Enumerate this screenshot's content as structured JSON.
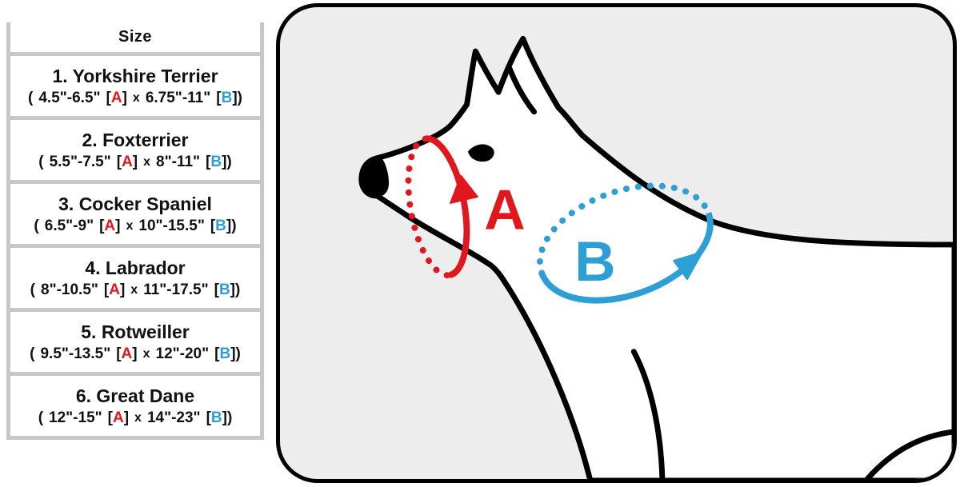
{
  "colors": {
    "red": "#e0181e",
    "blue": "#2e9fd4",
    "line": "#c7c7c7",
    "panel_bg": "#ededed"
  },
  "table": {
    "header": "Size",
    "rows": [
      {
        "title": "1. Yorkshire Terrier",
        "a": "4.5\"-6.5\"",
        "b": "6.75\"-11\""
      },
      {
        "title": "2. Foxterrier",
        "a": "5.5\"-7.5\"",
        "b": "8\"-11\""
      },
      {
        "title": "3. Cocker Spaniel",
        "a": "6.5\"-9\"",
        "b": "10\"-15.5\""
      },
      {
        "title": "4. Labrador",
        "a": "8\"-10.5\"",
        "b": "11\"-17.5\""
      },
      {
        "title": "5. Rotweiller",
        "a": "9.5\"-13.5\"",
        "b": "12\"-20\""
      },
      {
        "title": "6. Great Dane",
        "a": "12\"-15\"",
        "b": "14\"-23\""
      }
    ]
  },
  "tokens": {
    "open": "(",
    "close": ")",
    "lb": "[",
    "rb": "]",
    "x": "x",
    "a": "A",
    "b": "B"
  },
  "diagram": {
    "label_a": "A",
    "label_b": "B"
  }
}
